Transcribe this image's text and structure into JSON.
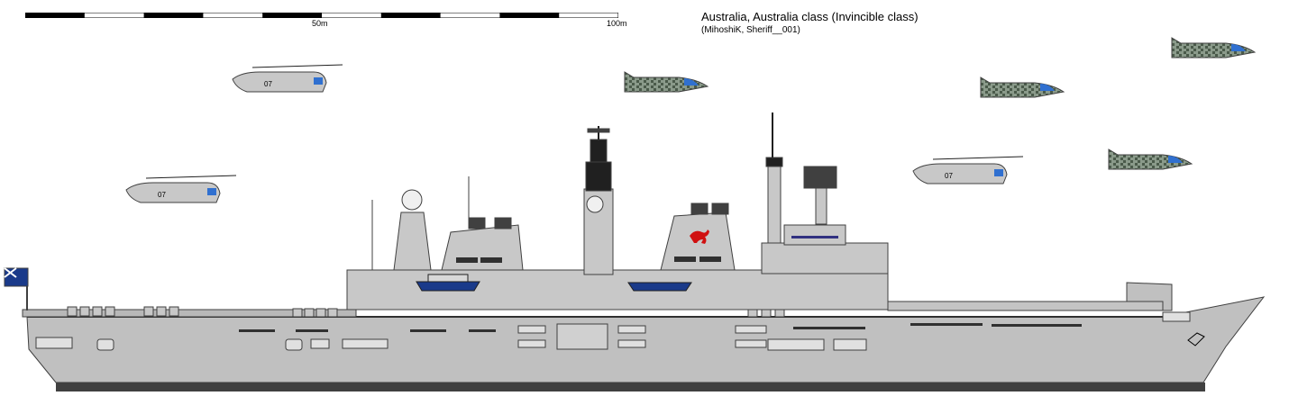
{
  "title": "Australia, Australia class (Invincible class)",
  "credit": "(MihoshiK, Sheriff__001)",
  "scale": {
    "mid_label": "50m",
    "end_label": "100m",
    "segments": 10
  },
  "ship": {
    "hull_color": "#c0c0c0",
    "boot_color": "#404040",
    "superstructure_color": "#c8c8c8",
    "emblem_color": "#d01010",
    "boat_color": "#1a3a8a"
  },
  "aircraft": {
    "helicopter_markings": [
      "07",
      "07",
      "07"
    ],
    "helicopter_icon": "helicopter-icon",
    "jet_icon": "jet-icon",
    "jet_camo_color": "#6a7a6a",
    "canopy_color": "#3070d0"
  }
}
